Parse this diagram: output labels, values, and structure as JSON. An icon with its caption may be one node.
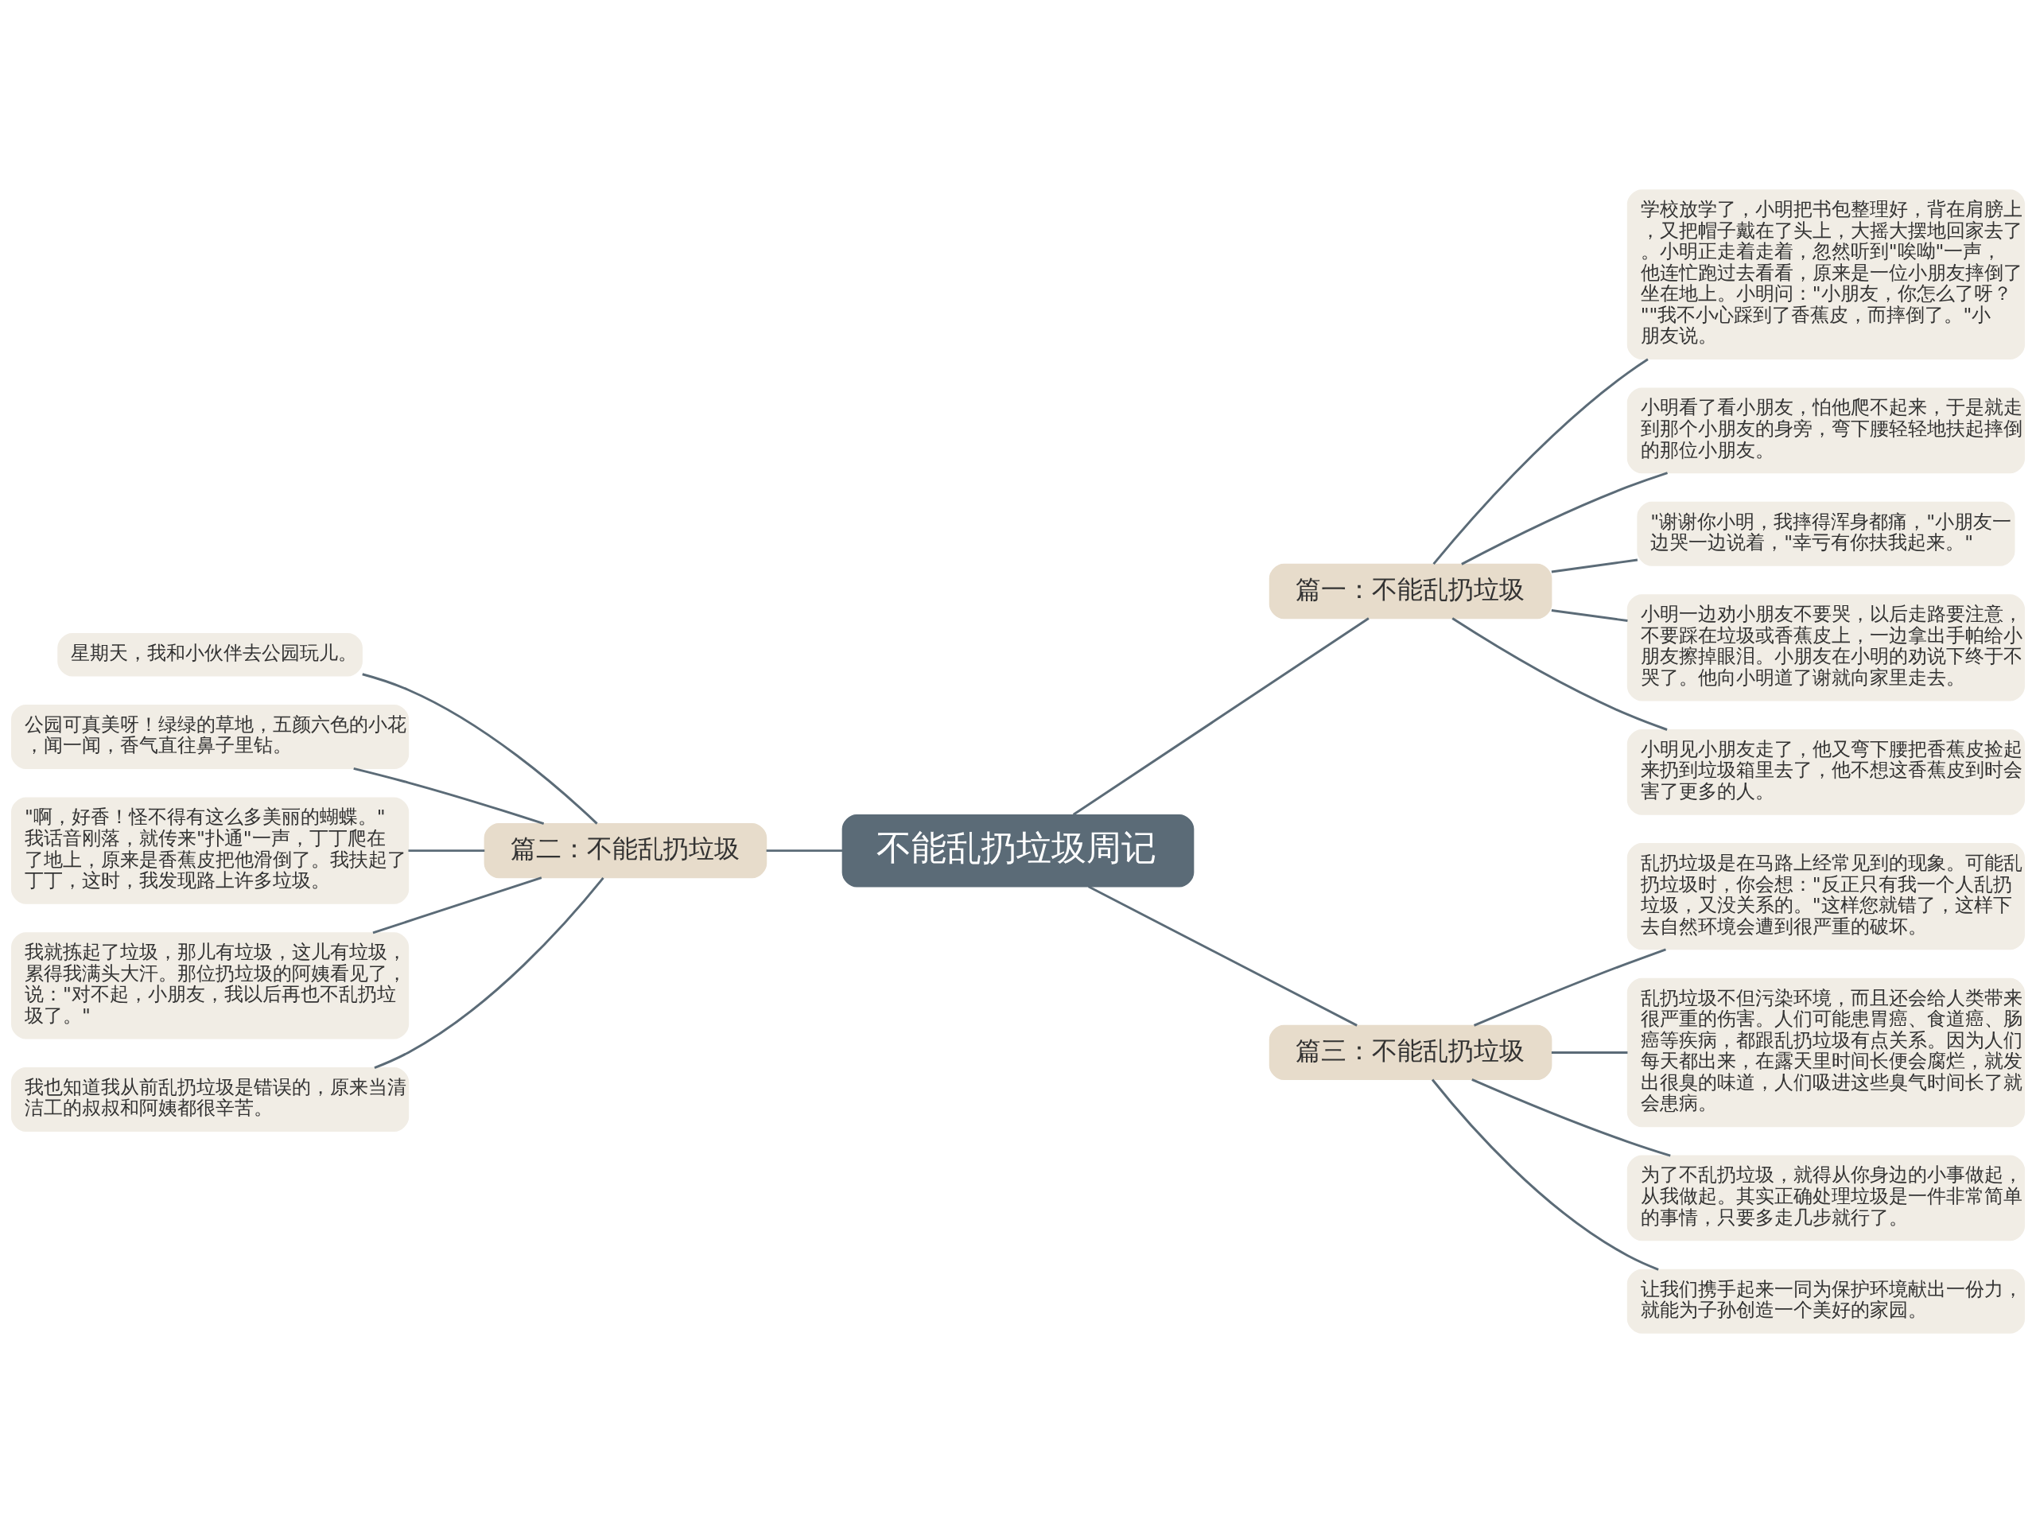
{
  "diagram": {
    "nodes": [
      {
        "text": [
          "不能乱扔垃圾周记"
        ]
      },
      {
        "text": [
          "篇一：不能乱扔垃圾"
        ]
      },
      {
        "text": [
          "学校放学了，小明把书包整理好，背在肩膀上，又把帽子戴在了头上，大摇大摆地回家去了。小明正走着走着，忽然听到\"唉呦\"一声，他连忙跑过去看看，原来是一位小朋友摔倒了坐在地上。小明问：\"小朋友，你怎么了呀？\"\"我不小心踩到了香蕉皮，而摔倒了。\"小朋友说。"
        ]
      },
      {
        "text": [
          "小明看了看小朋友，怕他爬不起来，于是就走到那个小朋友的身旁，弯下腰轻轻地扶起摔倒的那位小朋友。"
        ]
      },
      {
        "text": [
          "\"谢谢你小明，我摔得浑身都痛，\"小朋友一边哭一边说着，\"幸亏有你扶我起来。\""
        ]
      },
      {
        "text": [
          "小明一边劝小朋友不要哭，以后走路要注意，不要踩在垃圾或香蕉皮上，一边拿出手帕给小朋友擦掉眼泪。小朋友在小明的劝说下终于不哭了。他向小明道了谢就向家里走去。"
        ]
      },
      {
        "text": [
          "小明见小朋友走了，他又弯下腰把香蕉皮捡起来扔到垃圾箱里去了，他不想这香蕉皮到时会害了更多的人。"
        ]
      },
      {
        "text": [
          "篇二：不能乱扔垃圾"
        ]
      },
      {
        "text": [
          "星期天，我和小伙伴去公园玩儿。"
        ]
      },
      {
        "text": [
          "公园可真美呀！绿绿的草地，五颜六色的小花，闻一闻，香气直往鼻子里钻。"
        ]
      },
      {
        "text": [
          "\"啊，好香！怪不得有这么多美丽的蝴蝶。\"我话音刚落，就传来\"扑通\"一声，丁丁爬在了地上，原来是香蕉皮把他滑倒了。我扶起了丁丁，这时，我发现路上许多垃圾。"
        ]
      },
      {
        "text": [
          "我就拣起了垃圾，那儿有垃圾，这儿有垃圾，累得我满头大汗。那位扔垃圾的阿姨看见了，说：\"对不起，小朋友，我以后再也不乱扔垃圾了。\""
        ]
      },
      {
        "text": [
          "我也知道我从前乱扔垃圾是错误的，原来当清洁工的叔叔和阿姨都很辛苦。"
        ]
      },
      {
        "text": [
          "篇三：不能乱扔垃圾"
        ]
      },
      {
        "text": [
          "乱扔垃圾是在马路上经常见到的现象。可能乱扔垃圾时，你会想：\"反正只有我一个人乱扔垃圾，又没关系的。\"这样您就错了，这样下去自然环境会遭到很严重的破坏。"
        ]
      },
      {
        "text": [
          "乱扔垃圾不但污染环境，而且还会给人类带来很严重的伤害。人们可能患胃癌、食道癌、肠癌等疾病，都跟乱扔垃圾有点关系。因为人们每天都出来，在露天里时间长便会腐烂，就发出很臭的味道，人们吸进这些臭气时间长了就会患病。"
        ]
      },
      {
        "text": [
          "为了不乱扔垃圾，就得从你身边的小事做起，从我做起。其实正确处理垃圾是一件非常简单的事情，只要多走几步就行了。"
        ]
      },
      {
        "text": [
          "让我们携手起来一同为保护环境献出一份力，就能为子孙创造一个美好的家园。"
        ]
      }
    ],
    "edges": [
      {
        "from": 0,
        "to": 1,
        "arrow": "none"
      },
      {
        "from": 1,
        "to": 2,
        "arrow": "none"
      },
      {
        "from": 1,
        "to": 3,
        "arrow": "none"
      },
      {
        "from": 1,
        "to": 4,
        "arrow": "none"
      },
      {
        "from": 1,
        "to": 5,
        "arrow": "none"
      },
      {
        "from": 1,
        "to": 6,
        "arrow": "none"
      },
      {
        "from": 0,
        "to": 7,
        "arrow": "none"
      },
      {
        "from": 7,
        "to": 8,
        "arrow": "none"
      },
      {
        "from": 7,
        "to": 9,
        "arrow": "none"
      },
      {
        "from": 7,
        "to": 10,
        "arrow": "none"
      },
      {
        "from": 7,
        "to": 11,
        "arrow": "none"
      },
      {
        "from": 7,
        "to": 12,
        "arrow": "none"
      },
      {
        "from": 0,
        "to": 13,
        "arrow": "none"
      },
      {
        "from": 13,
        "to": 14,
        "arrow": "none"
      },
      {
        "from": 13,
        "to": 15,
        "arrow": "none"
      },
      {
        "from": 13,
        "to": 16,
        "arrow": "none"
      },
      {
        "from": 13,
        "to": 17,
        "arrow": "none"
      }
    ]
  }
}
